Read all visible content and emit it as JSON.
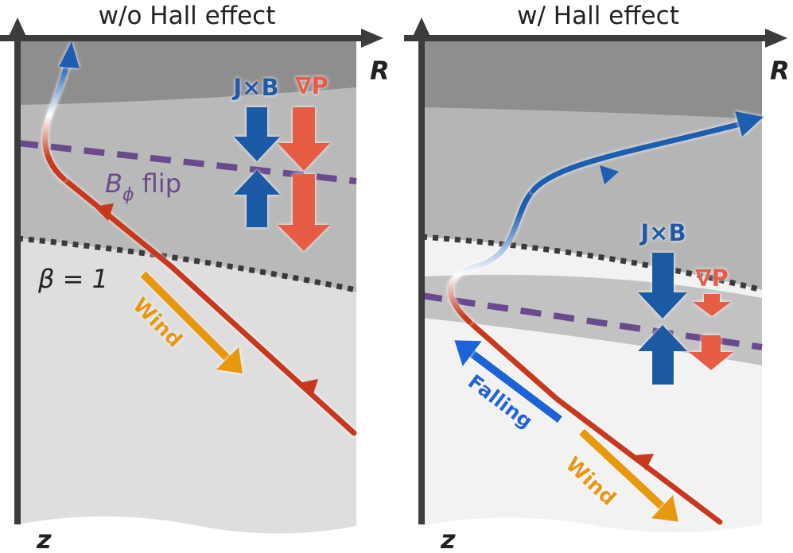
{
  "panels": [
    {
      "title": "w/o Hall effect",
      "axis_r": "R",
      "axis_z": "z",
      "force_jxb": "J×B",
      "force_gradp": "∇P",
      "flip_label_main": "B",
      "flip_label_sub": "ϕ",
      "flip_label_tail": " flip",
      "beta_label": "β = 1",
      "wind_label": "Wind"
    },
    {
      "title": "w/ Hall effect",
      "axis_r": "R",
      "axis_z": "z",
      "force_jxb": "J×B",
      "force_gradp": "∇P",
      "wind_label": "Wind",
      "falling_label": "Falling"
    }
  ],
  "colors": {
    "field_line_red": "#c8381c",
    "field_line_blue": "#1d5fb0",
    "jxb_blue": "#1a5aa6",
    "gradp_red": "#e65c45",
    "wind_orange": "#e8980c",
    "falling_blue": "#1b63d8",
    "flip_purple": "#6a4a8c",
    "beta_dots": "#3a3a3a"
  }
}
